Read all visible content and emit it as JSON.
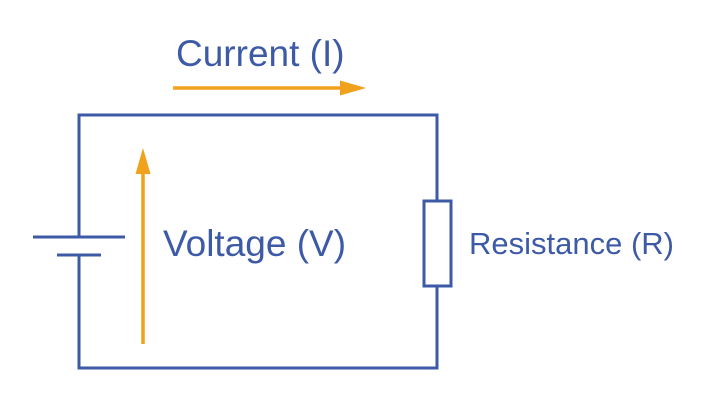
{
  "labels": {
    "current": "Current (I)",
    "voltage": "Voltage (V)",
    "resistance": "Resistance (R)"
  },
  "colors": {
    "circuit": "#3d5aa6",
    "arrow": "#f0a21c",
    "text": "#3d5aa6"
  },
  "components": {
    "source": "battery-icon",
    "load": "resistor-icon"
  }
}
